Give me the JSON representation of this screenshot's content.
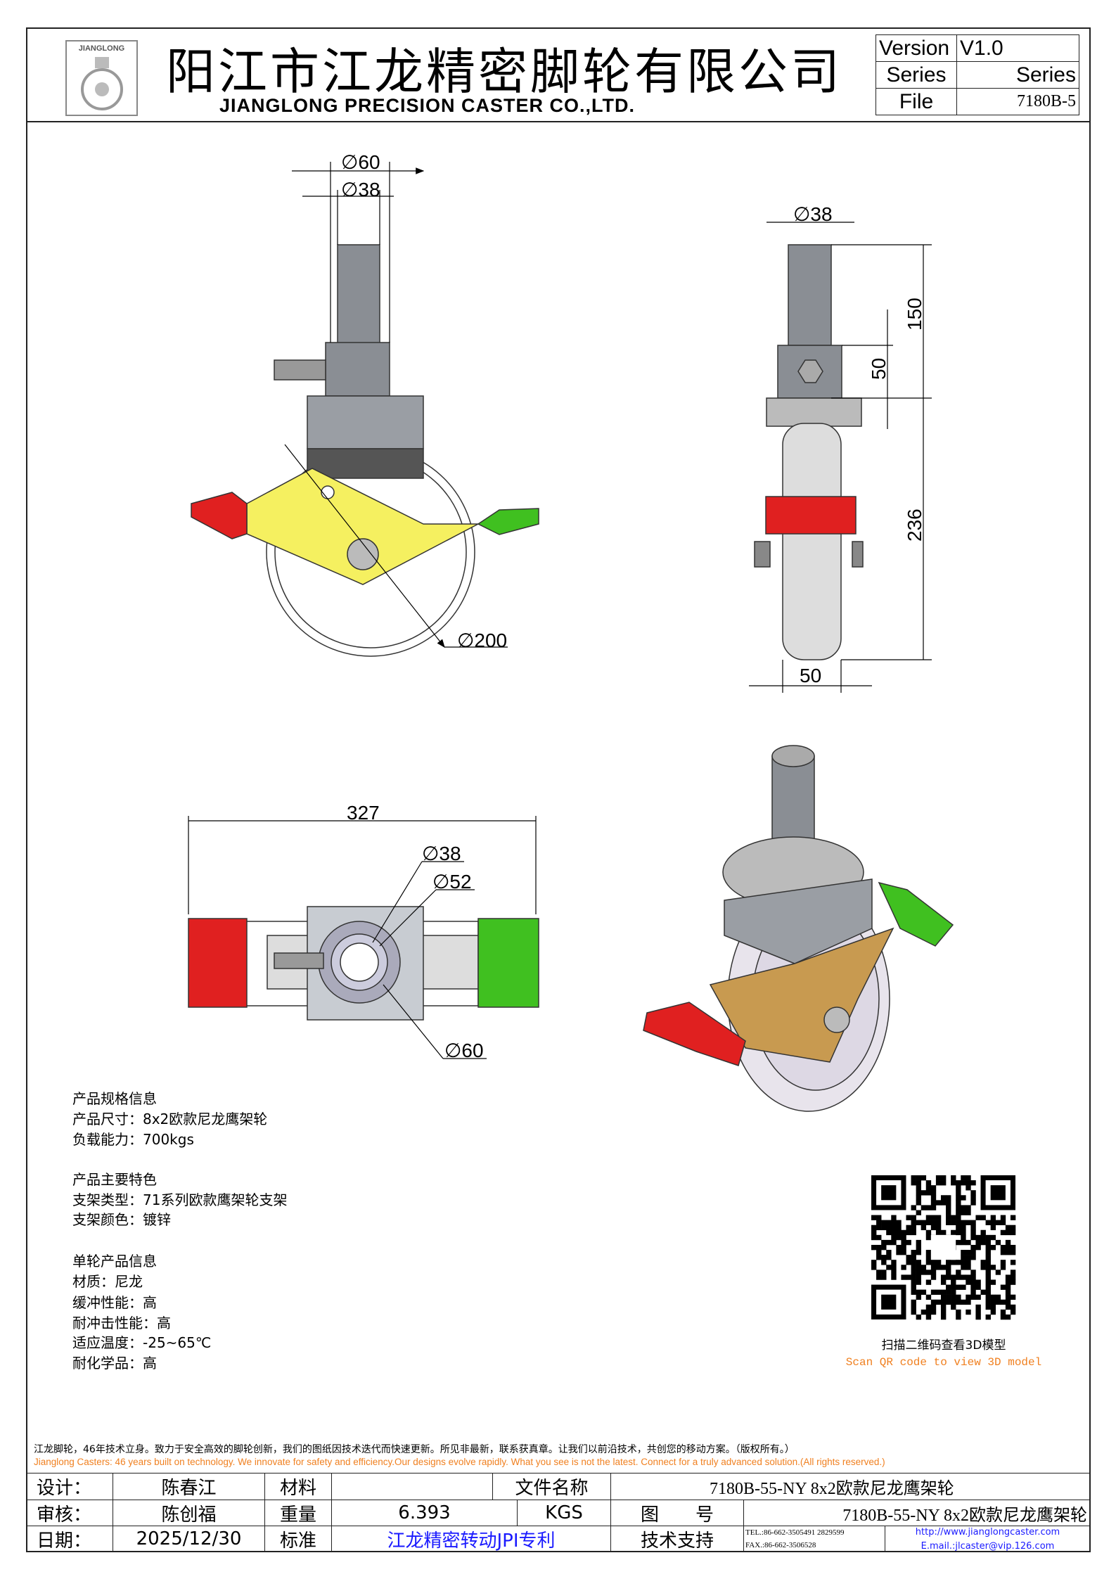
{
  "header": {
    "logo_text": "JIANGLONG",
    "title_cn": "阳江市江龙精密脚轮有限公司",
    "title_en": "JIANGLONG PRECISION CASTER CO.,LTD.",
    "meta": [
      {
        "label": "Version",
        "value": "V1.0"
      },
      {
        "label": "Series",
        "value": "Series"
      },
      {
        "label": "File",
        "value": "7180B-5"
      }
    ]
  },
  "drawing": {
    "front": {
      "d_outer": "∅60",
      "d_stem": "∅38",
      "d_wheel": "∅200"
    },
    "side": {
      "d_stem": "∅38",
      "h_stem": "150",
      "h_collar": "50",
      "h_body": "236",
      "w_wheel": "50"
    },
    "top": {
      "length": "327",
      "d_38": "∅38",
      "d_52": "∅52",
      "d_60": "∅60"
    }
  },
  "specs": {
    "lines": [
      "产品规格信息",
      "产品尺寸：8x2欧款尼龙鹰架轮",
      "负载能力：700kgs",
      "产品主要特色",
      "支架类型：71系列欧款鹰架轮支架",
      "支架颜色：镀锌",
      "单轮产品信息",
      "材质：尼龙",
      "缓冲性能：高",
      "耐冲击性能：高",
      "适应温度：-25~65℃",
      "耐化学品：高"
    ]
  },
  "qr": {
    "caption_cn": "扫描二维码查看3D模型",
    "caption_en": "Scan QR code to view 3D model"
  },
  "footer": {
    "notice_cn": "江龙脚轮，46年技术立身。致力于安全高效的脚轮创新，我们的图纸因技术迭代而快速更新。所见非最新，联系获真章。让我们以前沿技术，共创您的移动方案。（版权所有。）",
    "notice_en": "Jianglong Casters: 46 years built on technology. We innovate for safety and efficiency.Our designs evolve rapidly. What you see is not the latest. Connect for a truly advanced solution.(All rights reserved.)",
    "design_label": "设计：",
    "designer": "陈春江",
    "material_label": "材料",
    "material": "",
    "filename_label": "文件名称",
    "filename": "7180B-55-NY 8x2欧款尼龙鹰架轮",
    "review_label": "审核：",
    "reviewer": "陈创福",
    "weight_label": "重量",
    "weight": "6.393",
    "weight_unit": "KGS",
    "drawing_no_label": "图　　号",
    "drawing_no": "7180B-55-NY 8x2欧款尼龙鹰架轮",
    "date_label": "日期：",
    "date": "2025/12/30",
    "standard_label": "标准",
    "standard": "江龙精密转动JPI专利",
    "support_label": "技术支持",
    "tel": "TEL.:86-662-3505491 2829599",
    "fax": "FAX.:86-662-3506528",
    "website": "http://www.jianglongcaster.com",
    "email": "E.mail.:jlcaster@vip.126.com"
  },
  "colors": {
    "red": "#e02020",
    "green": "#40c020",
    "yellow": "#f5f060",
    "bronze": "#c89a50",
    "orange": "#f08020",
    "blue": "#1a1aff"
  }
}
